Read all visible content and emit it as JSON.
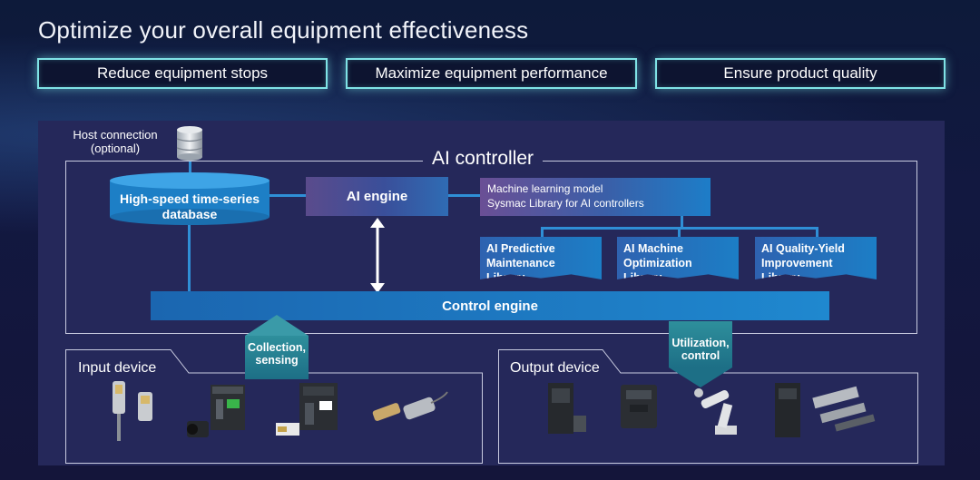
{
  "headline": "Optimize your overall equipment effectiveness",
  "goals": [
    "Reduce equipment stops",
    "Maximize equipment performance",
    "Ensure product quality"
  ],
  "host": {
    "line1": "Host connection",
    "line2": "(optional)"
  },
  "ai_controller": {
    "title": "AI controller",
    "database": {
      "line1": "High-speed time-series",
      "line2": "database"
    },
    "ai_engine": "AI engine",
    "ml_model": {
      "line1": "Machine learning model",
      "line2": "Sysmac Library for AI controllers"
    },
    "libraries": [
      {
        "line1": "AI Predictive",
        "line2": "Maintenance Library"
      },
      {
        "line1": "AI Machine",
        "line2": "Optimization Library"
      },
      {
        "line1": "AI Quality-Yield",
        "line2": "Improvement Library"
      }
    ],
    "control_engine": "Control engine"
  },
  "input": {
    "title": "Input device",
    "tag": {
      "line1": "Collection,",
      "line2": "sensing"
    }
  },
  "output": {
    "title": "Output device",
    "tag": {
      "line1": "Utilization,",
      "line2": "control"
    }
  },
  "colors": {
    "accent_line": "#2f8fd6",
    "goal_border": "#7fe3e6",
    "panel": "#25285a"
  },
  "icons": [
    "database-server-icon",
    "bidirectional-arrow-icon"
  ]
}
